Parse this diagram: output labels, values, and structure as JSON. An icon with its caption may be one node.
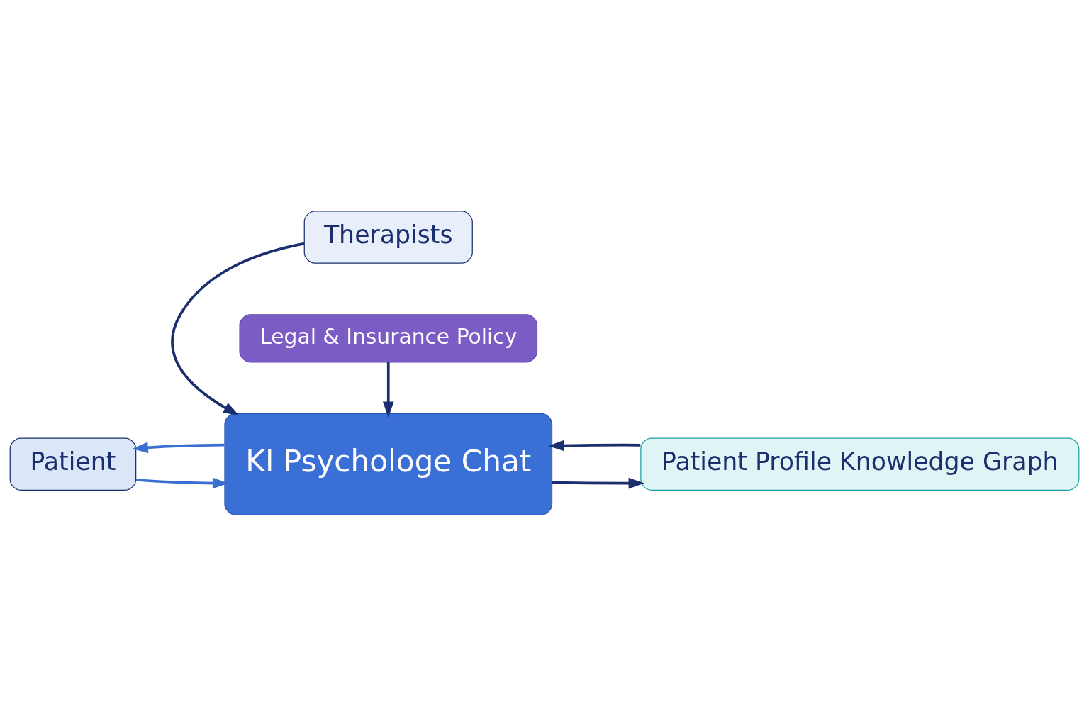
{
  "diagram": {
    "nodes": [
      {
        "text": [
          "Patient"
        ]
      },
      {
        "text": [
          "Therapists"
        ]
      },
      {
        "text": [
          "KI Psychologe Chat"
        ]
      },
      {
        "text": [
          "Patient Profile Knowledge Graph"
        ]
      },
      {
        "text": [
          "Legal & Insurance Policy"
        ]
      }
    ],
    "edges": [
      {
        "from": 0,
        "to": 2,
        "arrow": "to",
        "color": "#3a6fd2"
      },
      {
        "from": 2,
        "to": 0,
        "arrow": "to",
        "color": "#3a6fd2"
      },
      {
        "from": 1,
        "to": 2,
        "arrow": "to"
      },
      {
        "from": 2,
        "to": 3,
        "arrow": "to"
      },
      {
        "from": 3,
        "to": 2,
        "arrow": "to"
      },
      {
        "from": 4,
        "to": 2,
        "arrow": "to"
      }
    ]
  }
}
